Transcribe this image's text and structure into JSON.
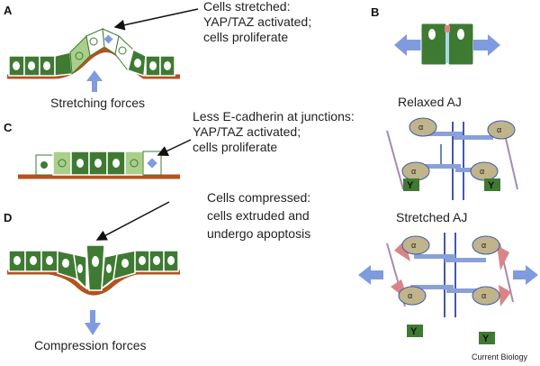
{
  "panels": {
    "a": {
      "letter": "A",
      "annotation": [
        "Cells stretched:",
        "YAP/TAZ activated;",
        "cells proliferate"
      ],
      "force_label": "Stretching forces"
    },
    "b": {
      "letter": "B",
      "relaxed_label": "Relaxed AJ",
      "stretched_label": "Stretched AJ",
      "alpha": "α",
      "y": "Y"
    },
    "c": {
      "letter": "C",
      "annotation": [
        "Less E-cadherin at junctions:",
        "YAP/TAZ activated;",
        "cells proliferate"
      ]
    },
    "d": {
      "letter": "D",
      "annotation": [
        "Cells compressed:",
        "cells extruded and",
        "undergo apoptosis"
      ],
      "force_label": "Compression forces"
    }
  },
  "journal": "Current Biology",
  "colors": {
    "cell_green": "#3f7a33",
    "cell_light": "#a9cf8a",
    "substrate": "#b5521f",
    "arrow_blue": "#7f9be0",
    "alpha_fill": "#c0b48a",
    "y_fill": "#3f7a33",
    "strand": "#3f59b0",
    "pink": "#d98585"
  }
}
